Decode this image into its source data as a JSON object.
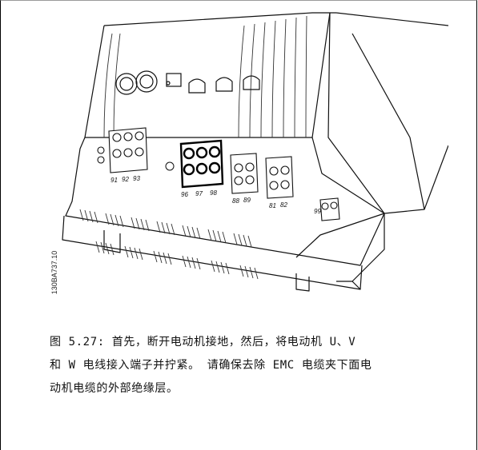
{
  "figure": {
    "id_text": "130BA737.10",
    "terminals": {
      "group1": [
        "91",
        "92",
        "93"
      ],
      "group2": [
        "96",
        "97",
        "98"
      ],
      "group3": [
        "88",
        "89"
      ],
      "group4": [
        "81",
        "82"
      ],
      "group5": [
        "99"
      ]
    }
  },
  "caption": {
    "line1": "图 5.27: 首先，断开电动机接地，然后，将电动机 U、V",
    "line2": "和 W 电线接入端子并拧紧。 请确保去除 EMC 电缆夹下面电",
    "line3": "动机电缆的外部绝缘层。"
  }
}
